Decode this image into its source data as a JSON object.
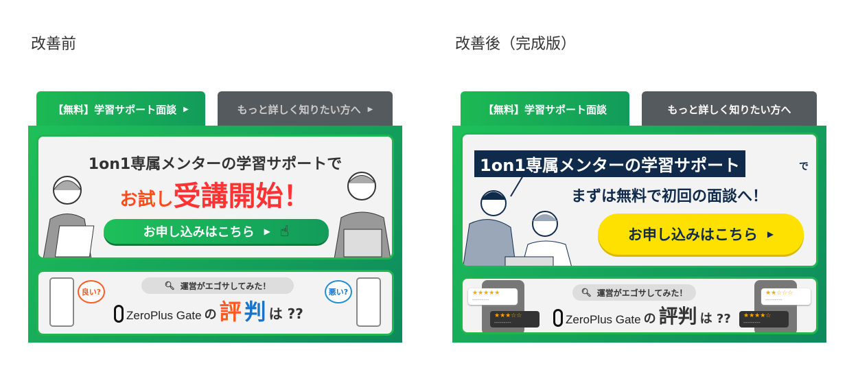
{
  "before": {
    "heading": "改善前",
    "tabs": [
      {
        "label": "【無料】学習サポート面談"
      },
      {
        "label": "もっと詳しく知りたい方へ"
      }
    ],
    "tab_arrow": "▶",
    "headline": "1on1専属メンターの学習サポートで",
    "catch_a": "お試し",
    "catch_b": "受講開始！",
    "cta": "お申し込みはこちら",
    "cta_arrow": "▶",
    "search_pill": "運営がエゴサしてみた！",
    "bubble_good": "良い?",
    "bubble_bad": "悪い?",
    "logo": "ZeroPlus Gate",
    "tail_no": "の",
    "tail_hyo": "評",
    "tail_ban": "判",
    "tail_end": "は ??"
  },
  "after": {
    "heading": "改善後（完成版）",
    "tabs": [
      {
        "label": "【無料】学習サポート面談"
      },
      {
        "label": "もっと詳しく知りたい方へ"
      }
    ],
    "headline_box": "1on1専属メンターの学習サポート",
    "headline_de": "で",
    "sub": "まずは無料で初回の面談へ！",
    "cta": "お申し込みはこちら",
    "cta_arrow": "▶",
    "search_pill": "運営がエゴサしてみた！",
    "logo": "ZeroPlus Gate",
    "tail_no": "の",
    "tail_hyoban": "評判",
    "tail_end": "は ??",
    "reviews": [
      "★★★★★",
      "★★★☆☆",
      "★★☆☆☆",
      "★★★★☆"
    ]
  },
  "colors": {
    "green": "#1db954",
    "navy": "#0f2a4a",
    "yellow": "#ffe100",
    "orange": "#ff5a1f",
    "blue": "#1a73c9"
  }
}
